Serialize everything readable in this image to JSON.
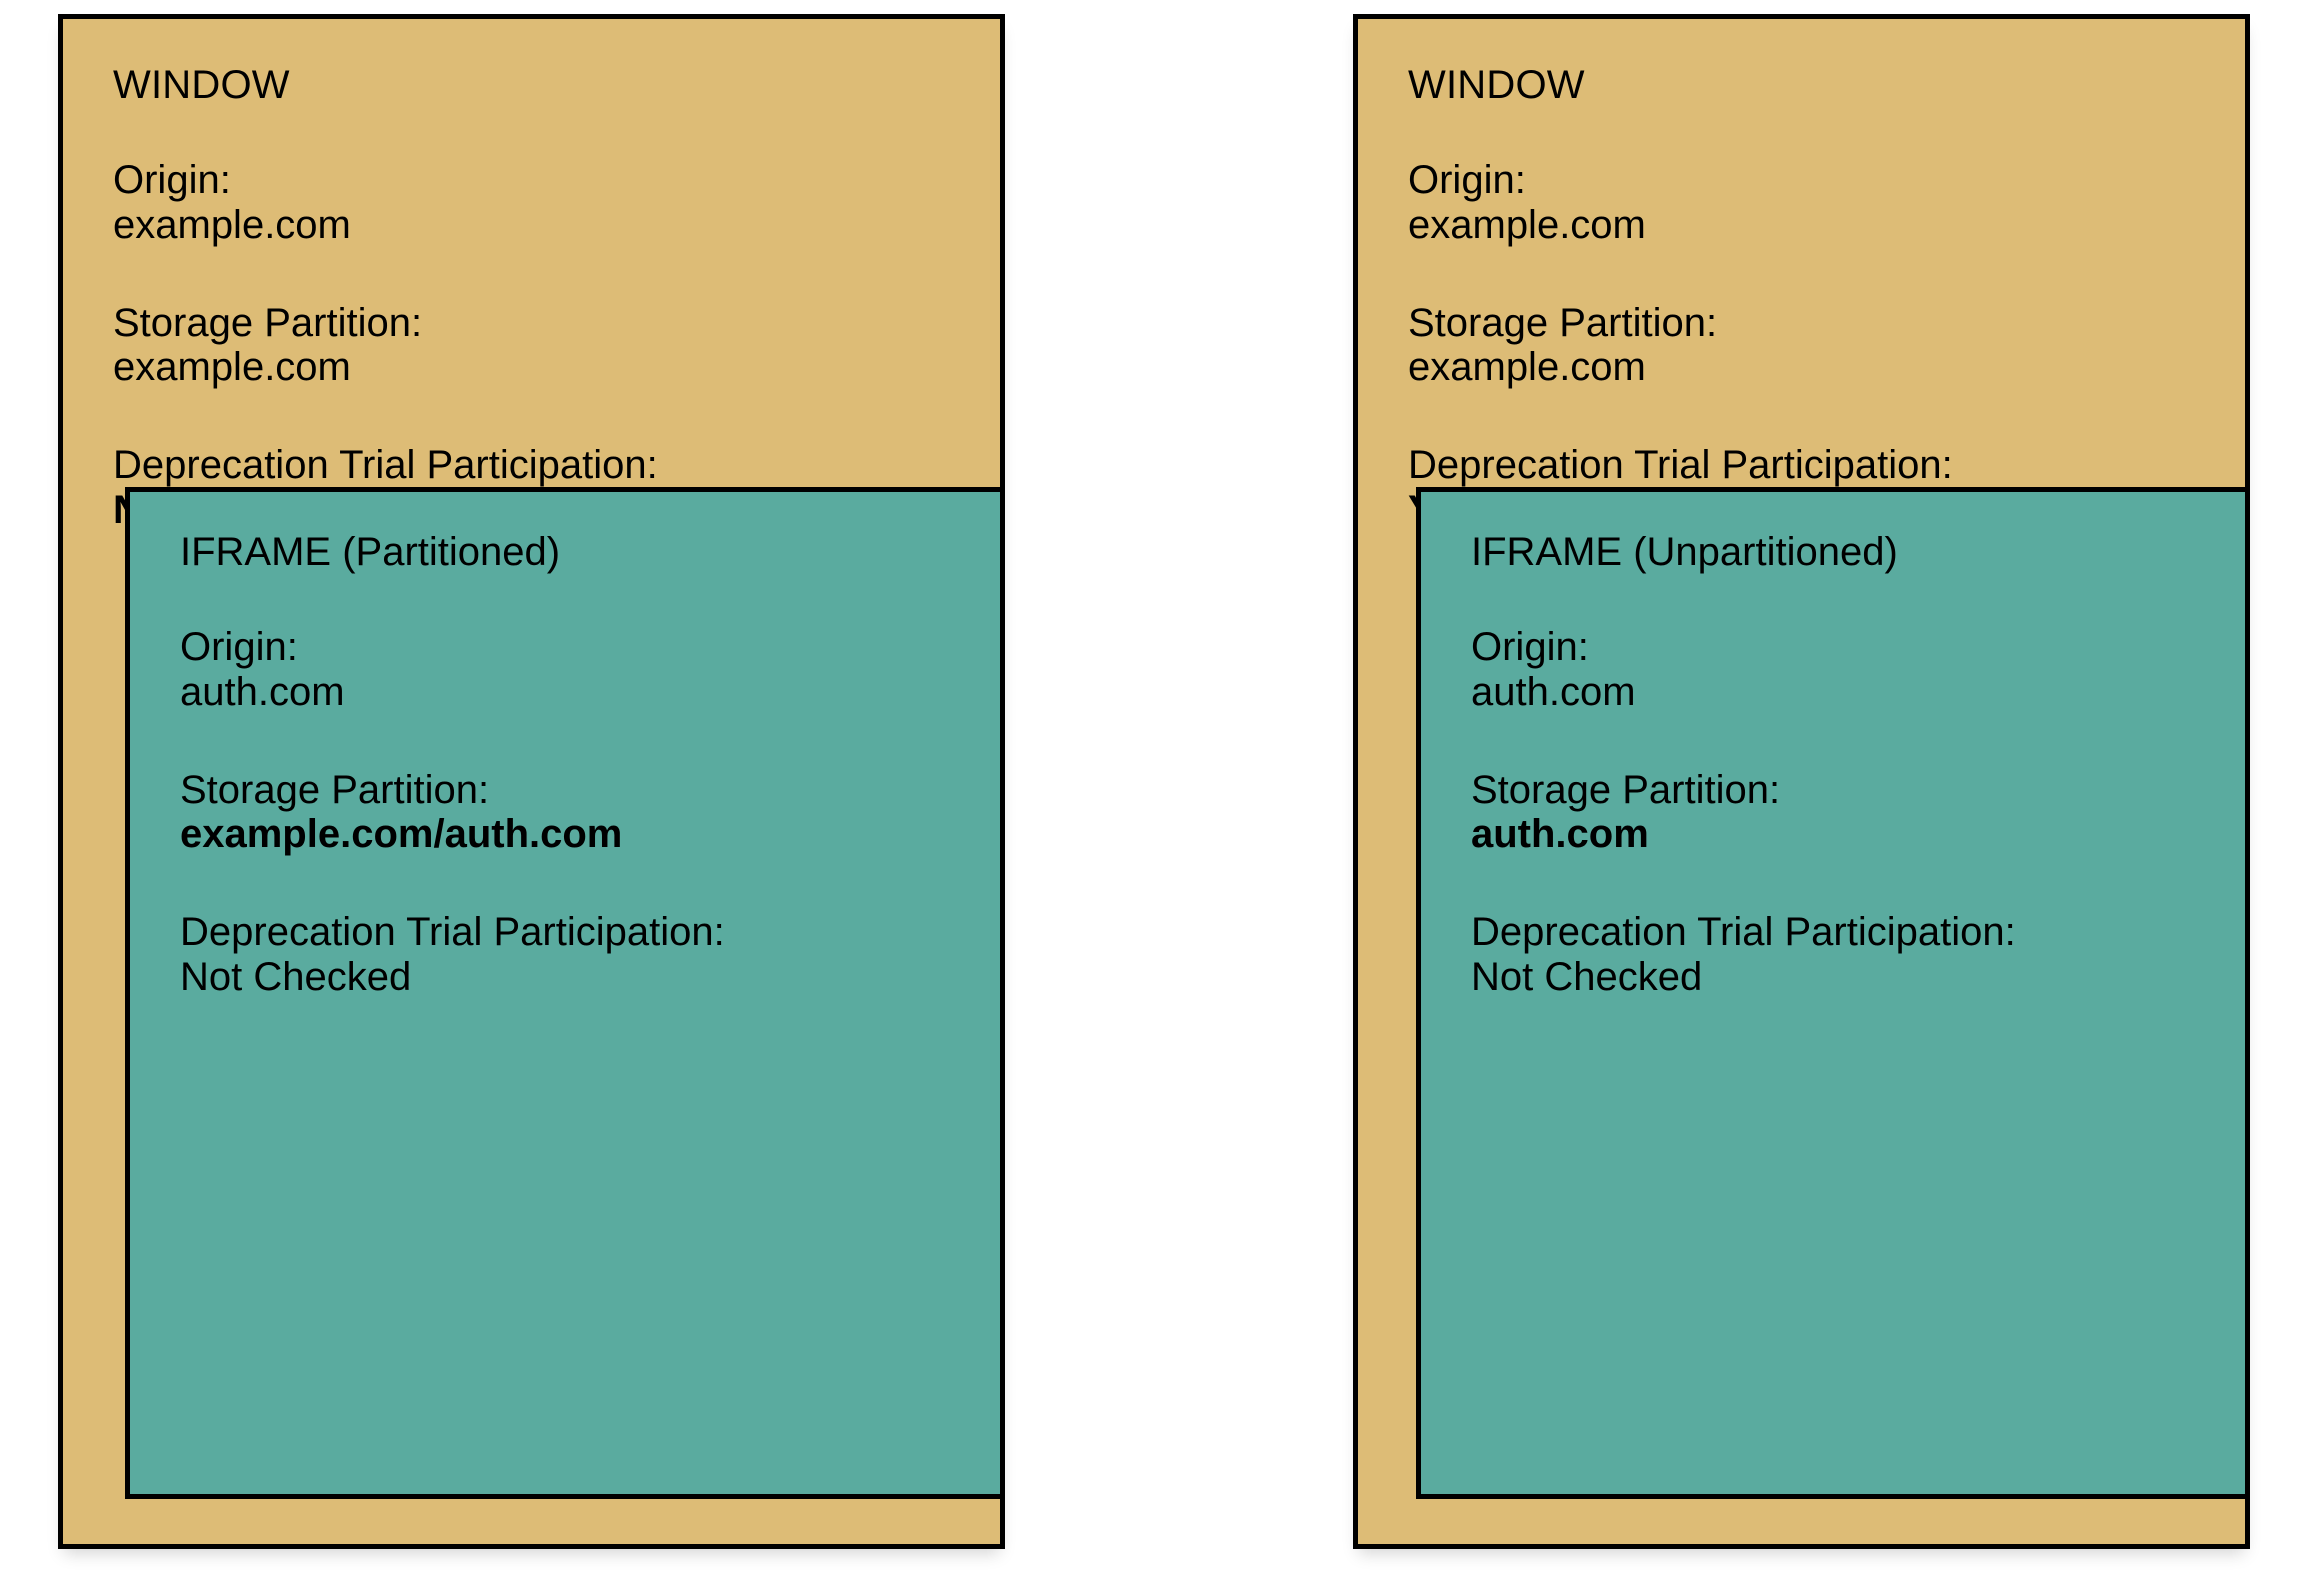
{
  "diagram": {
    "colors": {
      "window_fill": "#ddbc76",
      "iframe_fill": "#5aab9f",
      "border": "#000000",
      "page_background": "#ffffff"
    },
    "labels": {
      "origin_key": "Origin:",
      "storage_partition_key": "Storage Partition:",
      "deprecation_trial_key": "Deprecation Trial Participation:"
    },
    "panels": [
      {
        "id": "left",
        "window": {
          "title": "WINDOW",
          "origin_key": "Origin:",
          "origin_value": "example.com",
          "storage_partition_key": "Storage Partition:",
          "storage_partition_value": "example.com",
          "deprecation_trial_key": "Deprecation Trial Participation:",
          "deprecation_trial_value": "No"
        },
        "iframe": {
          "title": "IFRAME (Partitioned)",
          "origin_key": "Origin:",
          "origin_value": "auth.com",
          "storage_partition_key": "Storage Partition:",
          "storage_partition_value": "example.com/auth.com",
          "deprecation_trial_key": "Deprecation Trial Participation:",
          "deprecation_trial_value": "Not Checked"
        }
      },
      {
        "id": "right",
        "window": {
          "title": "WINDOW",
          "origin_key": "Origin:",
          "origin_value": "example.com",
          "storage_partition_key": "Storage Partition:",
          "storage_partition_value": "example.com",
          "deprecation_trial_key": "Deprecation Trial Participation:",
          "deprecation_trial_value": "Yes"
        },
        "iframe": {
          "title": "IFRAME (Unpartitioned)",
          "origin_key": "Origin:",
          "origin_value": "auth.com",
          "storage_partition_key": "Storage Partition:",
          "storage_partition_value": "auth.com",
          "deprecation_trial_key": "Deprecation Trial Participation:",
          "deprecation_trial_value": "Not Checked"
        }
      }
    ]
  }
}
